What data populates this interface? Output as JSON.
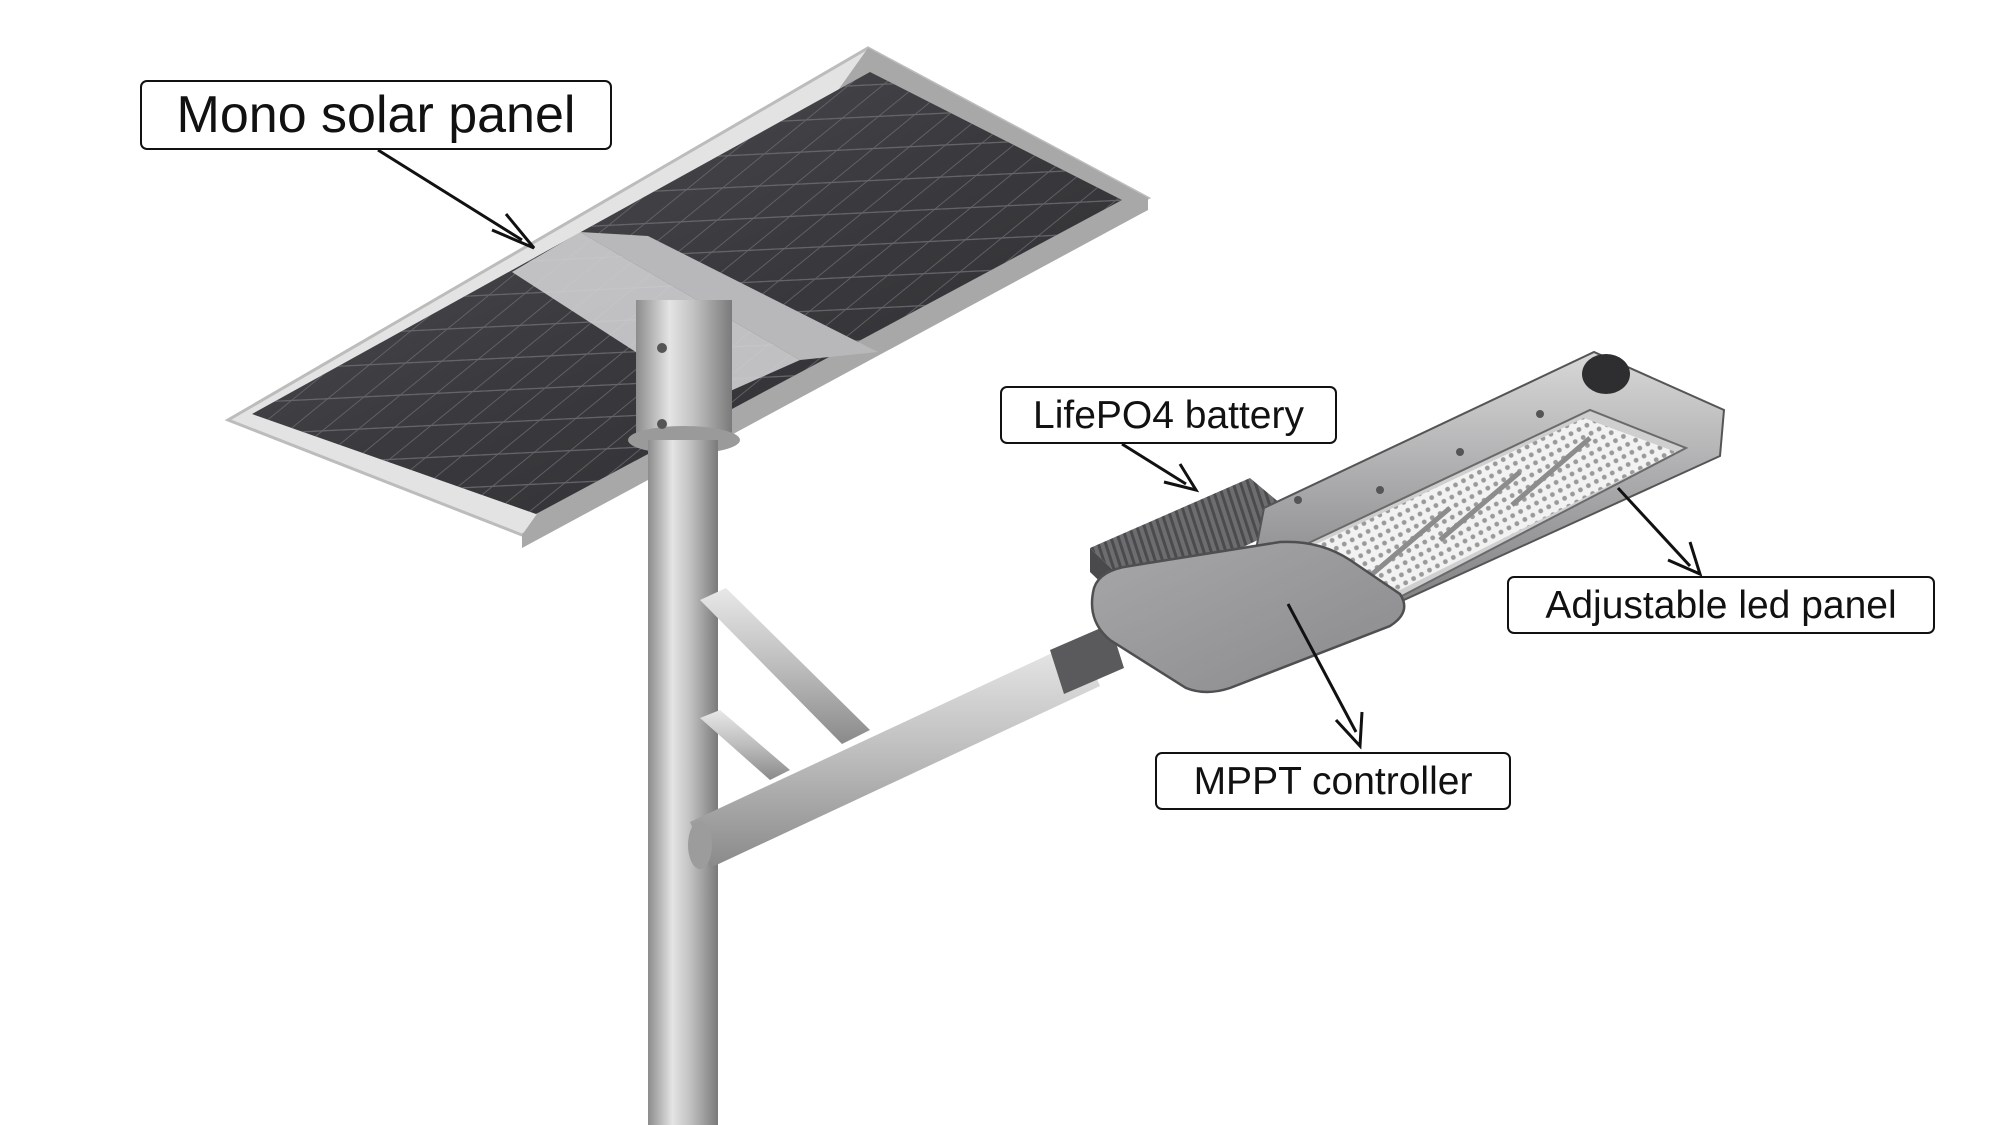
{
  "labels": {
    "solar_panel": "Mono solar panel",
    "battery": "LifePO4 battery",
    "led_panel": "Adjustable led panel",
    "controller": "MPPT controller"
  },
  "colors": {
    "background": "#ffffff",
    "panel_cell": "#3c3c40",
    "panel_frame": "#d9d9d9",
    "pole": "#b9b9b9",
    "lamp_housing": "#9fa0a2",
    "callout_border": "#111111"
  }
}
